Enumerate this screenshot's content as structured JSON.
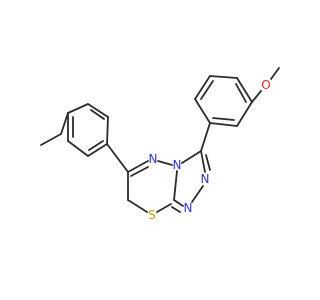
{
  "molecule": {
    "atoms": {
      "N1": {
        "symbol": "N",
        "color": "#2f2fff"
      },
      "N2": {
        "symbol": "N",
        "color": "#2f2fff"
      },
      "N3": {
        "symbol": "N",
        "color": "#2f2fff"
      },
      "N4": {
        "symbol": "N",
        "color": "#2f2fff"
      },
      "S": {
        "symbol": "S",
        "color": "#c9a200"
      },
      "O": {
        "symbol": "O",
        "color": "#ff1f1f"
      }
    },
    "bond_color": "#2b2b2b",
    "background": "#ffffff"
  }
}
